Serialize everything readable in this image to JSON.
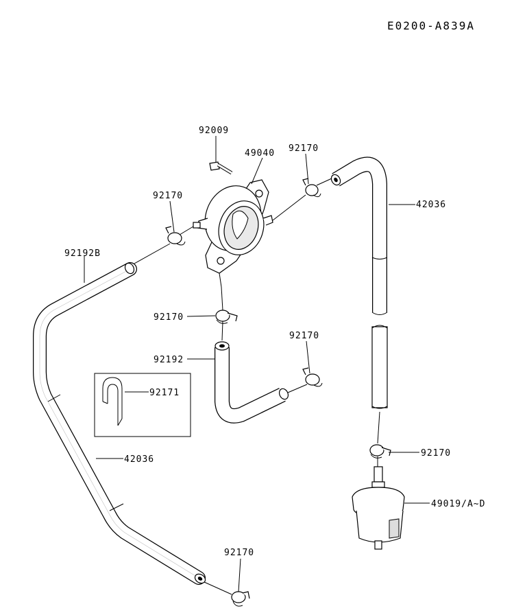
{
  "diagram_code": "E0200-A839A",
  "labels": {
    "p92009": "92009",
    "p49040": "49040",
    "p92170_top": "92170",
    "p42036_right": "42036",
    "p92170_left": "92170",
    "p92192B": "92192B",
    "p92170_mid": "92170",
    "p92170_midright": "92170",
    "p92192": "92192",
    "p92171": "92171",
    "p42036_left": "42036",
    "p92170_right": "92170",
    "p49019": "49019/A~D",
    "p92170_bottom": "92170"
  }
}
